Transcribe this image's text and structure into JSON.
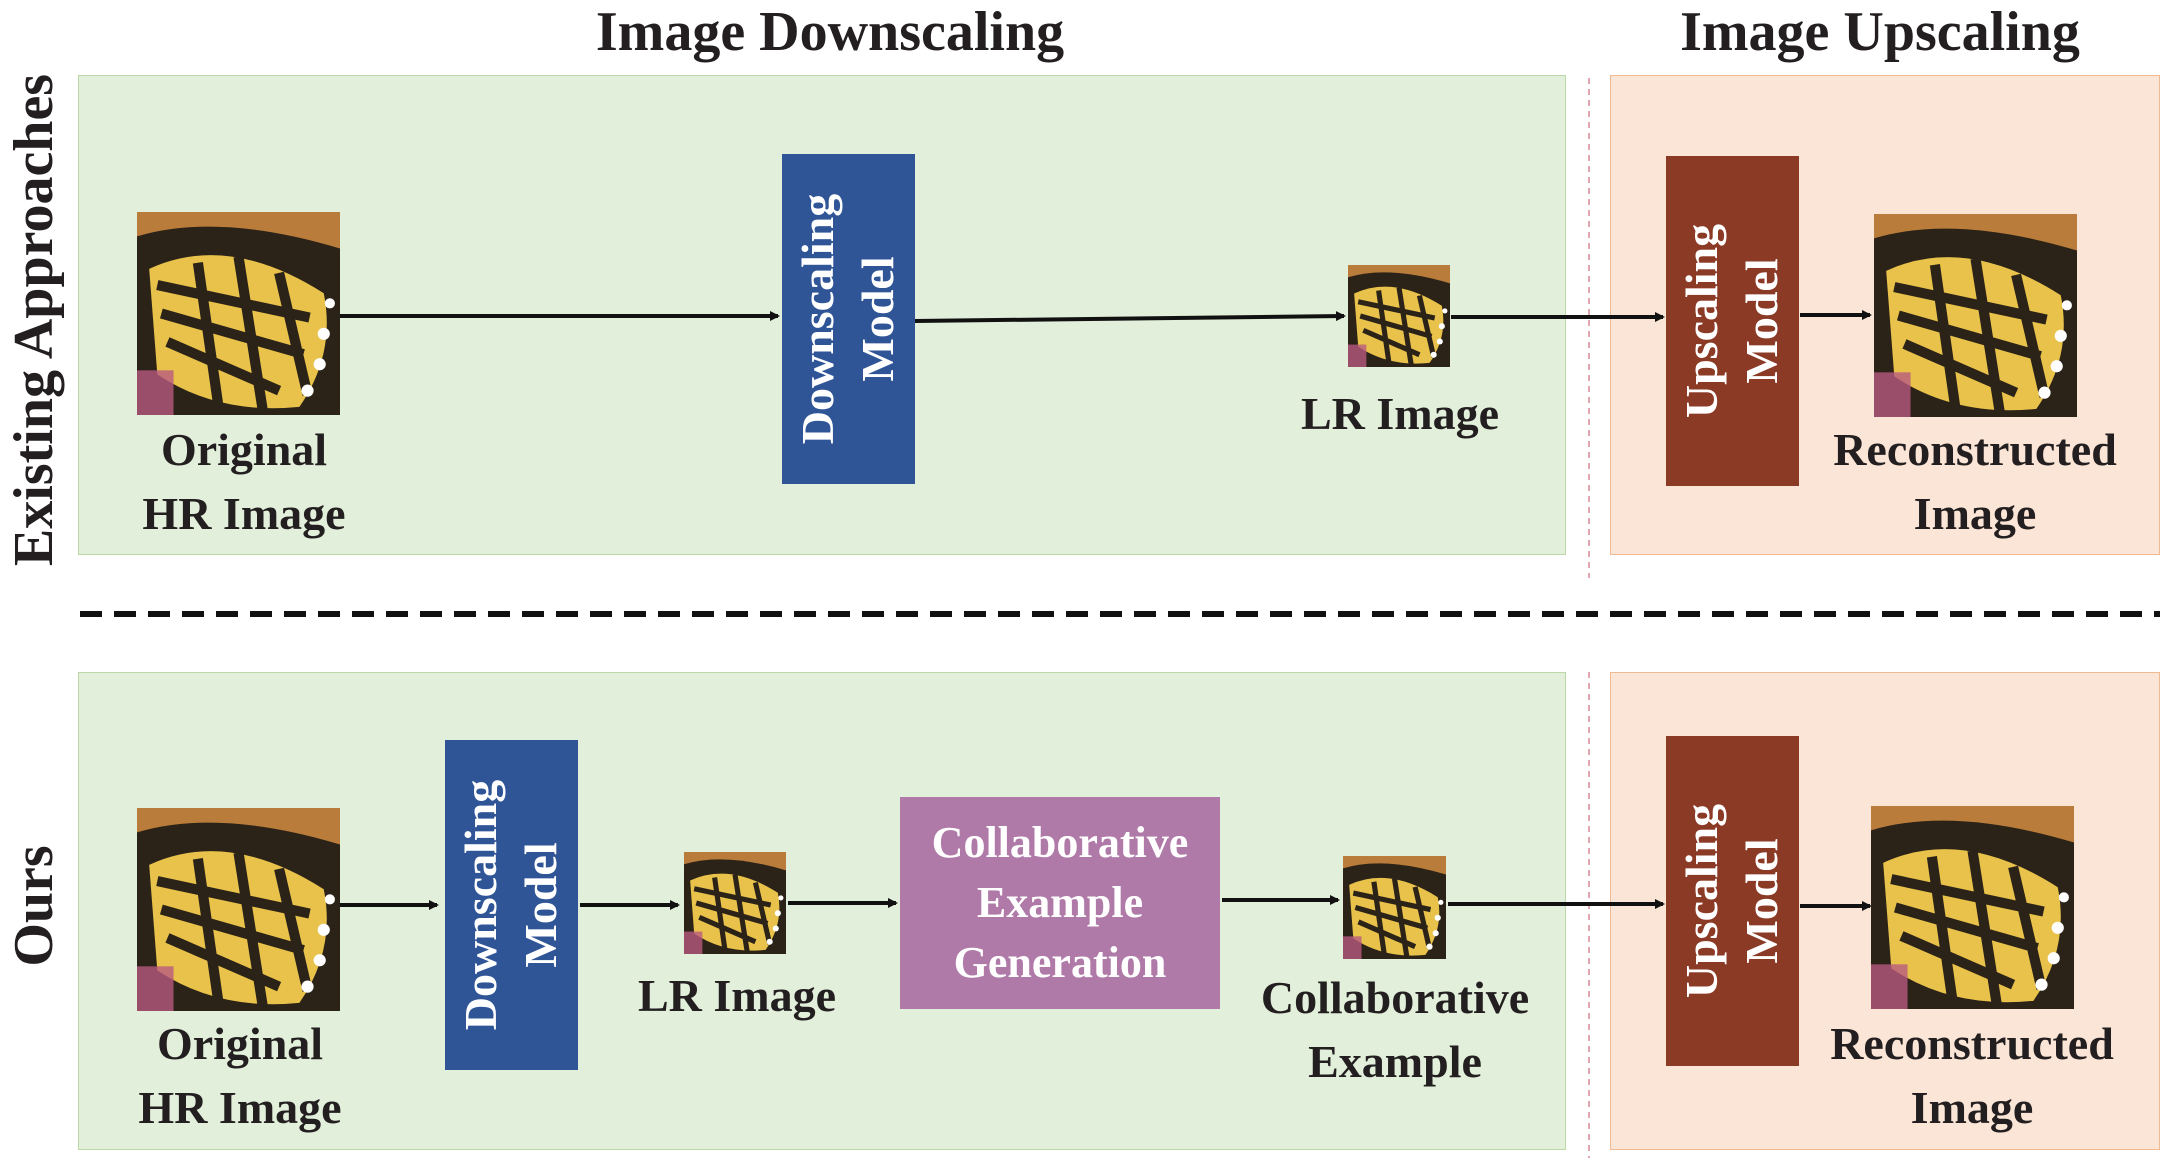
{
  "headers": {
    "downscaling": "Image Downscaling",
    "upscaling": "Image Upscaling"
  },
  "rows": {
    "existing": {
      "side_label": "Existing Approaches",
      "hr_image_label": [
        "Original",
        "HR Image"
      ],
      "downscaling_model": [
        "Downscaling",
        "Model"
      ],
      "lr_image_label": "LR Image",
      "upscaling_model": [
        "Upscaling",
        "Model"
      ],
      "reconstructed_label": [
        "Reconstructed",
        "Image"
      ]
    },
    "ours": {
      "side_label": "Ours",
      "hr_image_label": [
        "Original",
        "HR Image"
      ],
      "downscaling_model": [
        "Downscaling",
        "Model"
      ],
      "lr_image_label": "LR Image",
      "collab_generation": [
        "Collaborative",
        "Example",
        "Generation"
      ],
      "collab_example_label": [
        "Collaborative",
        "Example"
      ],
      "upscaling_model": [
        "Upscaling",
        "Model"
      ],
      "reconstructed_label": [
        "Reconstructed",
        "Image"
      ]
    }
  },
  "colors": {
    "downscale_panel": "#e2efda",
    "upscale_panel": "#fbe5d6",
    "downscaling_model": "#2f5597",
    "upscaling_model": "#8b3a26",
    "collab_generation": "#b07aa8"
  },
  "icons": {
    "image_thumbnail": "butterfly-wing-icon"
  }
}
